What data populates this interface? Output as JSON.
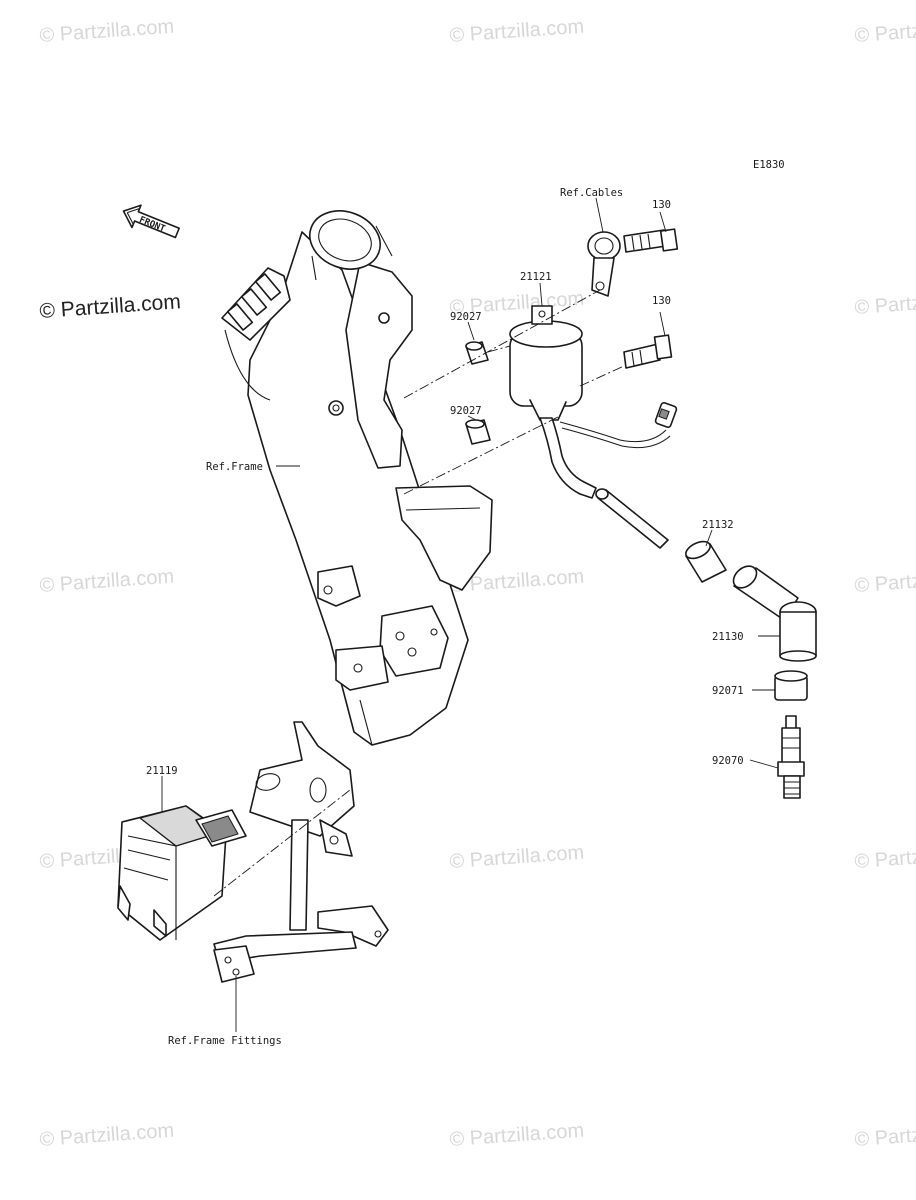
{
  "diagram_code": "E1830",
  "watermark_text": "© Partzilla.com",
  "watermark_prominent": "© Partzilla.com",
  "front_label": "FRONT",
  "callouts": {
    "ref_cables": "Ref.Cables",
    "bolt_1": "130",
    "bolt_2": "130",
    "coil": "21121",
    "collar_1": "92027",
    "collar_2": "92027",
    "ref_frame": "Ref.Frame",
    "lead_21132": "21132",
    "cap": "21130",
    "seal": "92071",
    "spark_plug": "92070",
    "igniter": "21119",
    "ref_frame_fittings": "Ref.Frame Fittings"
  },
  "icons": {
    "front_arrow": "front-arrow-icon",
    "copyright": "copyright-icon"
  },
  "colors": {
    "line": "#1a1a1a",
    "watermark": "#d7d7d7",
    "shade": "#d9d9d9"
  }
}
